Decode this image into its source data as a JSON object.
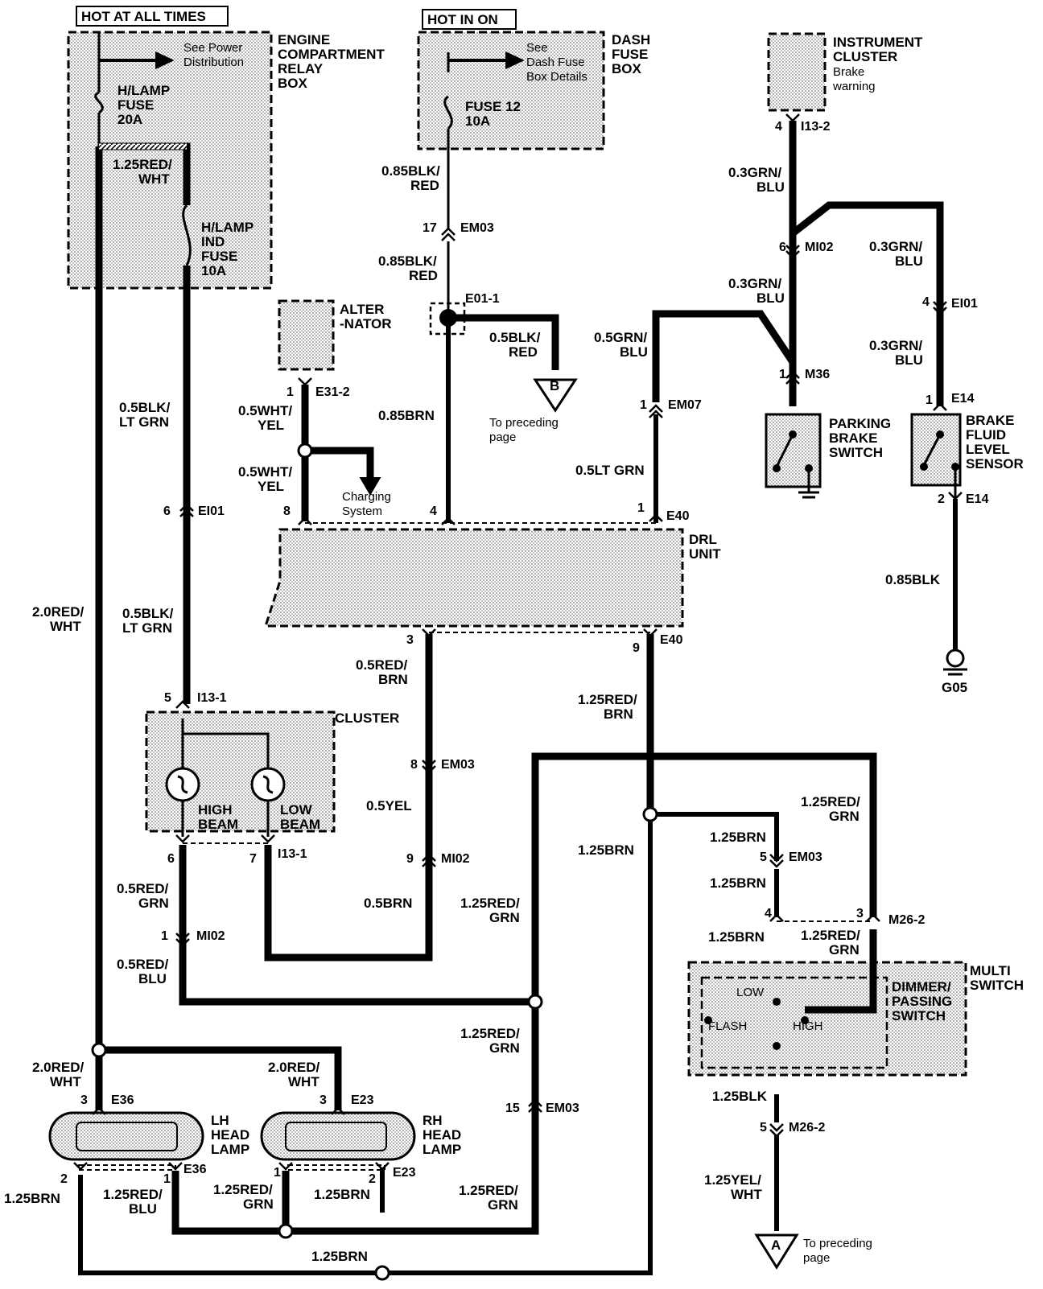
{
  "power": {
    "hot_at_all_times": "HOT AT ALL TIMES",
    "hot_in_on": "HOT IN ON"
  },
  "engine_box": {
    "title": [
      "ENGINE",
      "COMPARTMENT",
      "RELAY",
      "BOX"
    ],
    "see": [
      "See Power",
      "Distribution"
    ],
    "fuse1": [
      "H/LAMP",
      "FUSE",
      "20A"
    ],
    "fuse2": [
      "H/LAMP",
      "IND",
      "FUSE",
      "10A"
    ],
    "wire": [
      "1.25RED/",
      "WHT"
    ]
  },
  "dash_box": {
    "title": [
      "DASH",
      "FUSE",
      "BOX"
    ],
    "see": [
      "See",
      "Dash Fuse",
      "Box Details"
    ],
    "fuse": [
      "FUSE 12",
      "10A"
    ]
  },
  "cluster_top": {
    "title": [
      "INSTRUMENT",
      "CLUSTER"
    ],
    "sub": [
      "Brake",
      "warning"
    ],
    "pin": "4",
    "conn": "I13-2"
  },
  "alternator": {
    "title": [
      "ALTER",
      "-NATOR"
    ],
    "pin": "1",
    "conn": "E31-2"
  },
  "wires": {
    "w_085blk_red_1": [
      "0.85BLK/",
      "RED"
    ],
    "w_085blk_red_2": [
      "0.85BLK/",
      "RED"
    ],
    "w_05blk_red": [
      "0.5BLK/",
      "RED"
    ],
    "w_085brn": "0.85BRN",
    "w_05wht_yel_1": [
      "0.5WHT/",
      "YEL"
    ],
    "w_05wht_yel_2": [
      "0.5WHT/",
      "YEL"
    ],
    "w_05blk_ltgrn_1": [
      "0.5BLK/",
      "LT GRN"
    ],
    "w_05blk_ltgrn_2": [
      "0.5BLK/",
      "LT GRN"
    ],
    "w_20red_wht": [
      "2.0RED/",
      "WHT"
    ],
    "w_03grn_blu_1": [
      "0.3GRN/",
      "BLU"
    ],
    "w_03grn_blu_2": [
      "0.3GRN/",
      "BLU"
    ],
    "w_03grn_blu_3": [
      "0.3GRN/",
      "BLU"
    ],
    "w_03grn_blu_4": [
      "0.3GRN/",
      "BLU"
    ],
    "w_05grn_blu": [
      "0.5GRN/",
      "BLU"
    ],
    "w_05ltgrn": "0.5LT GRN",
    "w_085blk": "0.85BLK",
    "w_05red_brn": [
      "0.5RED/",
      "BRN"
    ],
    "w_125red_brn": [
      "1.25RED/",
      "BRN"
    ],
    "w_05yel": "0.5YEL",
    "w_05brn": "0.5BRN",
    "w_125brn_mid": "1.25BRN",
    "w_125red_grn_a": [
      "1.25RED/",
      "GRN"
    ],
    "w_125red_grn_b": [
      "1.25RED/",
      "GRN"
    ],
    "w_125red_grn_c": [
      "1.25RED/",
      "GRN"
    ],
    "w_125red_grn_d": [
      "1.25RED/",
      "GRN"
    ],
    "w_125red_grn_e": [
      "1.25RED/",
      "GRN"
    ],
    "w_125red_grn_f": [
      "1.25RED/",
      "GRN"
    ],
    "w_05red_grn": [
      "0.5RED/",
      "GRN"
    ],
    "w_05red_blu": [
      "0.5RED/",
      "BLU"
    ],
    "w_125brn_r1": "1.25BRN",
    "w_125brn_r2": "1.25BRN",
    "w_125brn_r3": "1.25BRN",
    "w_20red_wht_lh": [
      "2.0RED/",
      "WHT"
    ],
    "w_20red_wht_rh": [
      "2.0RED/",
      "WHT"
    ],
    "w_125brn_left": "1.25BRN",
    "w_125red_blu": [
      "1.25RED/",
      "BLU"
    ],
    "w_125brn_rh": "1.25BRN",
    "w_125brn_bottom": "1.25BRN",
    "w_125blk": "1.25BLK",
    "w_125yel_wht": [
      "1.25YEL/",
      "WHT"
    ]
  },
  "connectors": {
    "em03_17": {
      "pin": "17",
      "name": "EM03"
    },
    "e01_1": {
      "name": "E01-1"
    },
    "em07": {
      "pin": "1",
      "name": "EM07"
    },
    "mi02_6": {
      "pin": "6",
      "name": "MI02"
    },
    "ei01_r": {
      "pin": "4",
      "name": "EI01"
    },
    "m36": {
      "pin": "1",
      "name": "M36"
    },
    "e14_1": {
      "pin": "1",
      "name": "E14"
    },
    "e14_2": {
      "pin": "2",
      "name": "E14"
    },
    "ei01_l": {
      "pin": "6",
      "name": "EI01"
    },
    "i13_1_top": {
      "pin": "5",
      "name": "I13-1"
    },
    "i13_1_bot": {
      "pin6": "6",
      "pin7": "7",
      "name": "I13-1"
    },
    "em03_8": {
      "pin": "8",
      "name": "EM03"
    },
    "mi02_9": {
      "pin": "9",
      "name": "MI02"
    },
    "mi02_1": {
      "pin": "1",
      "name": "MI02"
    },
    "em03_5": {
      "pin": "5",
      "name": "EM03"
    },
    "m26_2_top": {
      "pin4": "4",
      "pin3": "3",
      "name": "M26-2"
    },
    "m26_2_bot": {
      "pin": "5",
      "name": "M26-2"
    },
    "em03_15": {
      "pin": "15",
      "name": "EM03"
    },
    "e36_top": {
      "pin": "3",
      "name": "E36"
    },
    "e36_bot": {
      "pin2": "2",
      "pin1": "1",
      "name": "E36"
    },
    "e23_top": {
      "pin": "3",
      "name": "E23"
    },
    "e23_bot": {
      "pin1": "1",
      "pin2": "2",
      "name": "E23"
    }
  },
  "drl": {
    "title": [
      "DRL",
      "UNIT"
    ],
    "pin8": "8",
    "pin4": "4",
    "pin1": "1",
    "conn_top": "E40",
    "pin3": "3",
    "pin9": "9",
    "conn_bot": "E40"
  },
  "charging": [
    "Charging",
    "System"
  ],
  "ref_b": {
    "letter": "B",
    "text": [
      "To preceding",
      "page"
    ]
  },
  "ref_a": {
    "letter": "A",
    "text": [
      "To preceding",
      "page"
    ]
  },
  "parking_brake": [
    "PARKING",
    "BRAKE",
    "SWITCH"
  ],
  "brake_fluid": [
    "BRAKE",
    "FLUID",
    "LEVEL",
    "SENSOR"
  ],
  "ground": "G05",
  "cluster": {
    "title": "CLUSTER",
    "high": [
      "HIGH",
      "BEAM"
    ],
    "low": [
      "LOW",
      "BEAM"
    ]
  },
  "multi_switch": {
    "title": [
      "MULTI",
      "SWITCH"
    ],
    "dimmer": [
      "DIMMER/",
      "PASSING",
      "SWITCH"
    ],
    "low": "LOW",
    "flash": "FLASH",
    "high": "HIGH"
  },
  "lh_lamp": [
    "LH",
    "HEAD",
    "LAMP"
  ],
  "rh_lamp": [
    "RH",
    "HEAD",
    "LAMP"
  ]
}
